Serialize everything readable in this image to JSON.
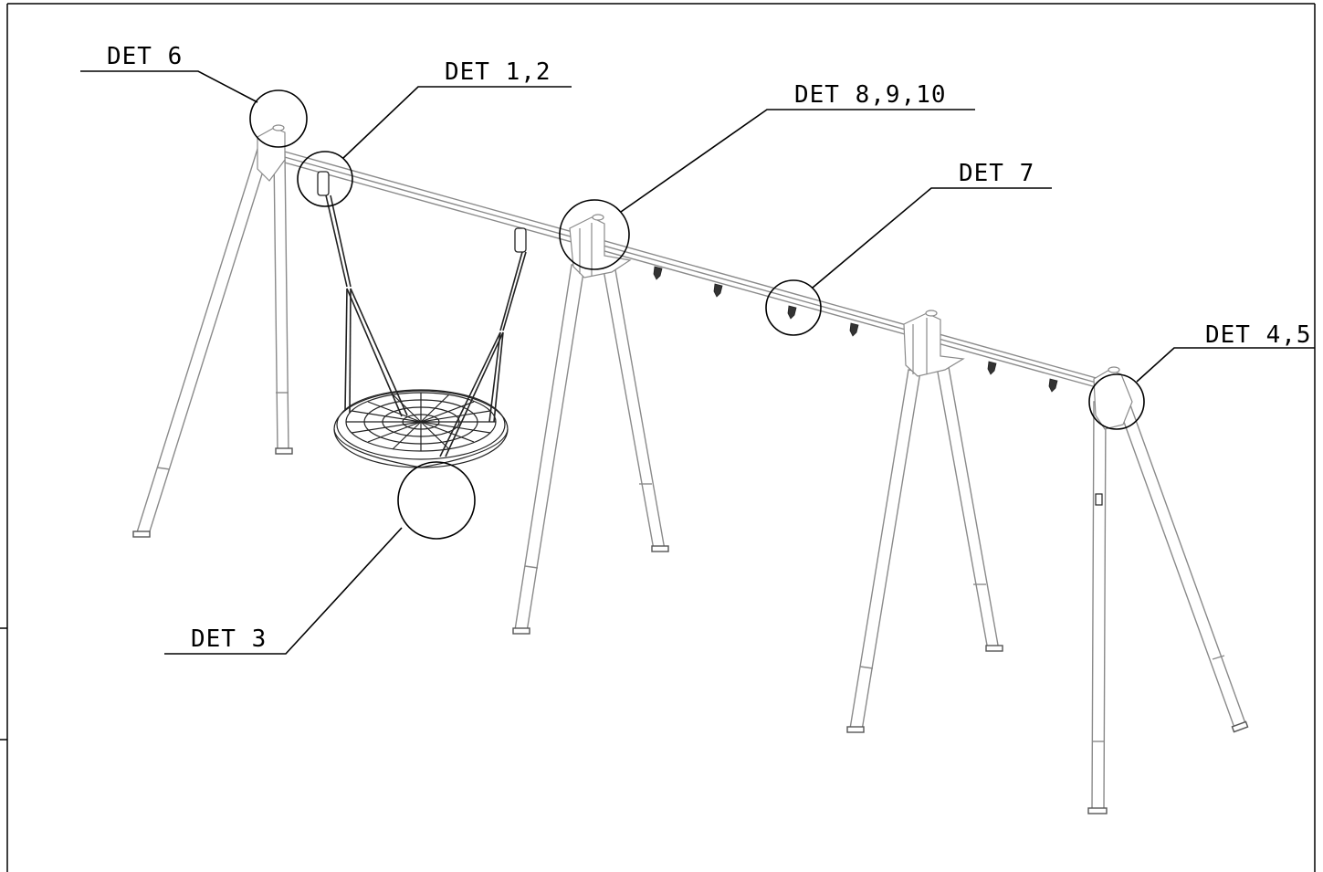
{
  "labels": {
    "det6": "DET 6",
    "det12": "DET 1,2",
    "det8910": "DET 8,9,10",
    "det7": "DET 7",
    "det45": "DET 4,5",
    "det3": "DET 3"
  },
  "colors": {
    "line": "#000000",
    "structure": "#8a8a8a",
    "rope": "#222222"
  }
}
